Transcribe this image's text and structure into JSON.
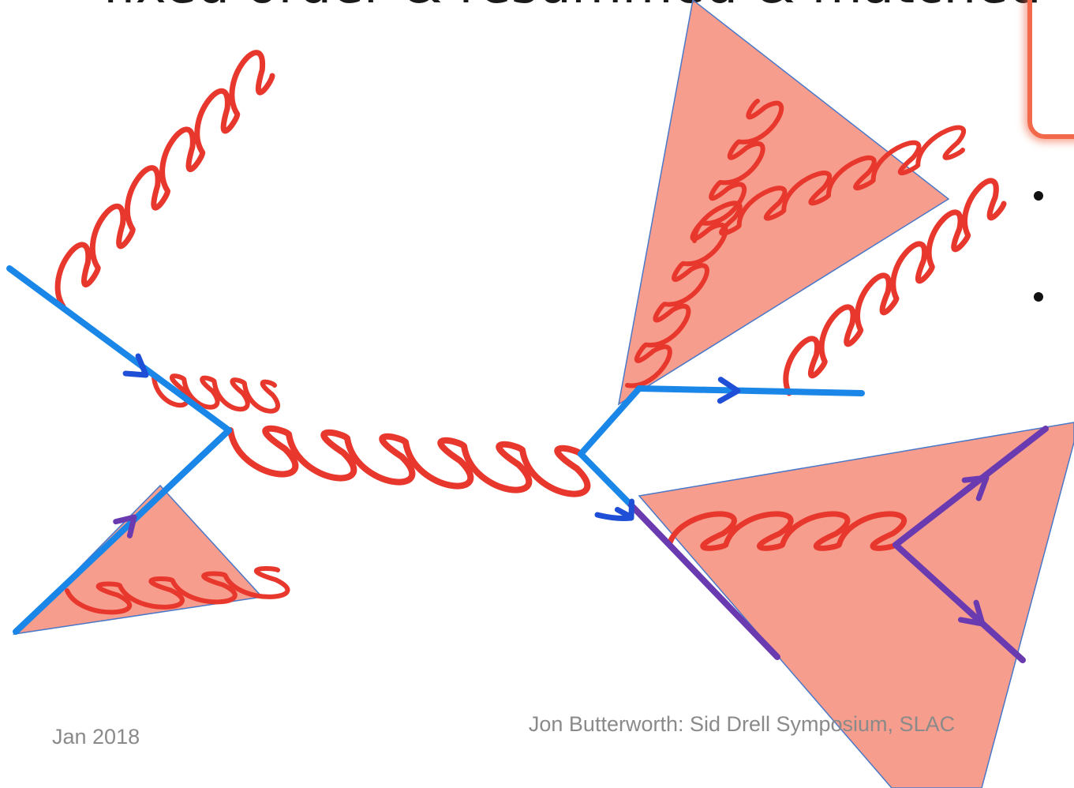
{
  "slide": {
    "title": "fixed order & resummed & matched",
    "footer_date": "Jan 2018",
    "footer_credit": "Jon Butterworth: Sid Drell Symposium, SLAC"
  },
  "colors": {
    "quark_line": "#1a86e8",
    "arrow": "#1f4fd6",
    "gluon": "#e8372c",
    "jet_cone": "#f5826d",
    "jet_cone_edge": "#4a78c8",
    "purple_quark": "#6a3bb0"
  },
  "icons": [
    "bullet-icon",
    "bullet-icon",
    "thumbnail-image"
  ]
}
